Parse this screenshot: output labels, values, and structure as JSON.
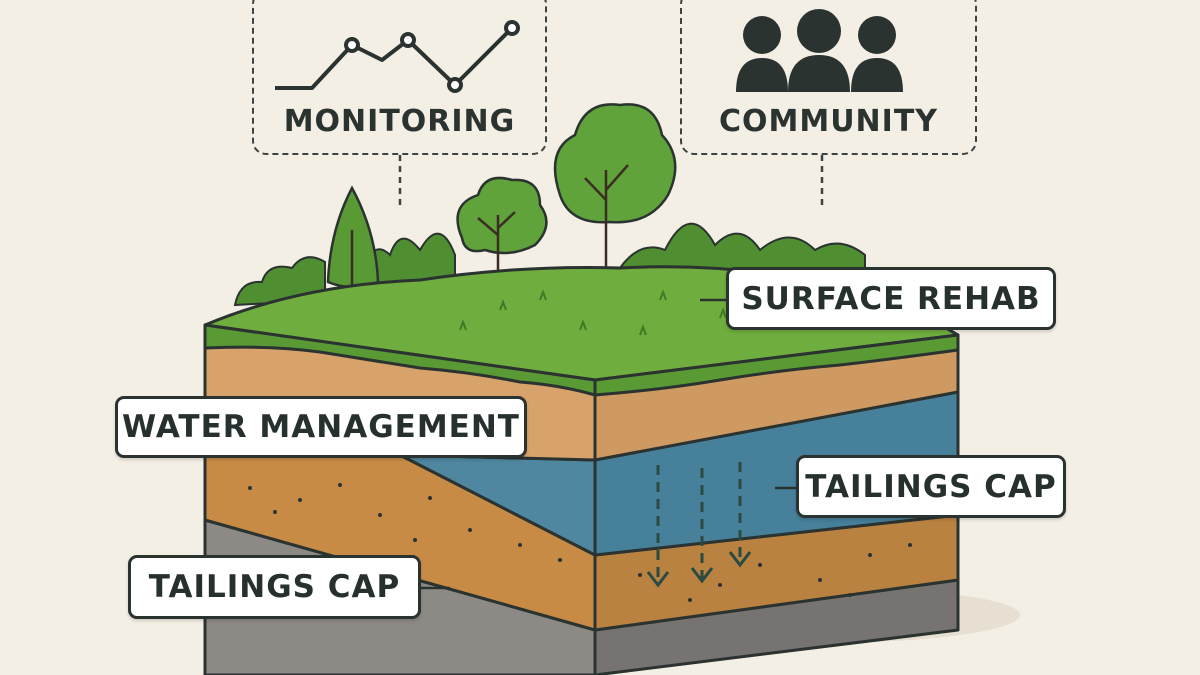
{
  "callouts": {
    "monitoring": {
      "label": "MONITORING",
      "icon": "line-graph-icon"
    },
    "community": {
      "label": "COMMUNITY",
      "icon": "people-group-icon"
    }
  },
  "layers": {
    "surface_rehab": {
      "label": "SURFACE REHAB"
    },
    "water_management": {
      "label": "WATER MANAGEMENT"
    },
    "tailings_cap_right": {
      "label": "TAILINGS CAP"
    },
    "tailings_cap_left": {
      "label": "TAILINGS CAP"
    }
  },
  "colors": {
    "background": "#f4efe5",
    "grass": "#6fae3e",
    "tree": "#5a9a35",
    "topsoil": "#d7a36b",
    "water": "#4f87a1",
    "subsoil": "#c78b46",
    "bedrock": "#8d8a86",
    "outline": "#2b3331"
  }
}
